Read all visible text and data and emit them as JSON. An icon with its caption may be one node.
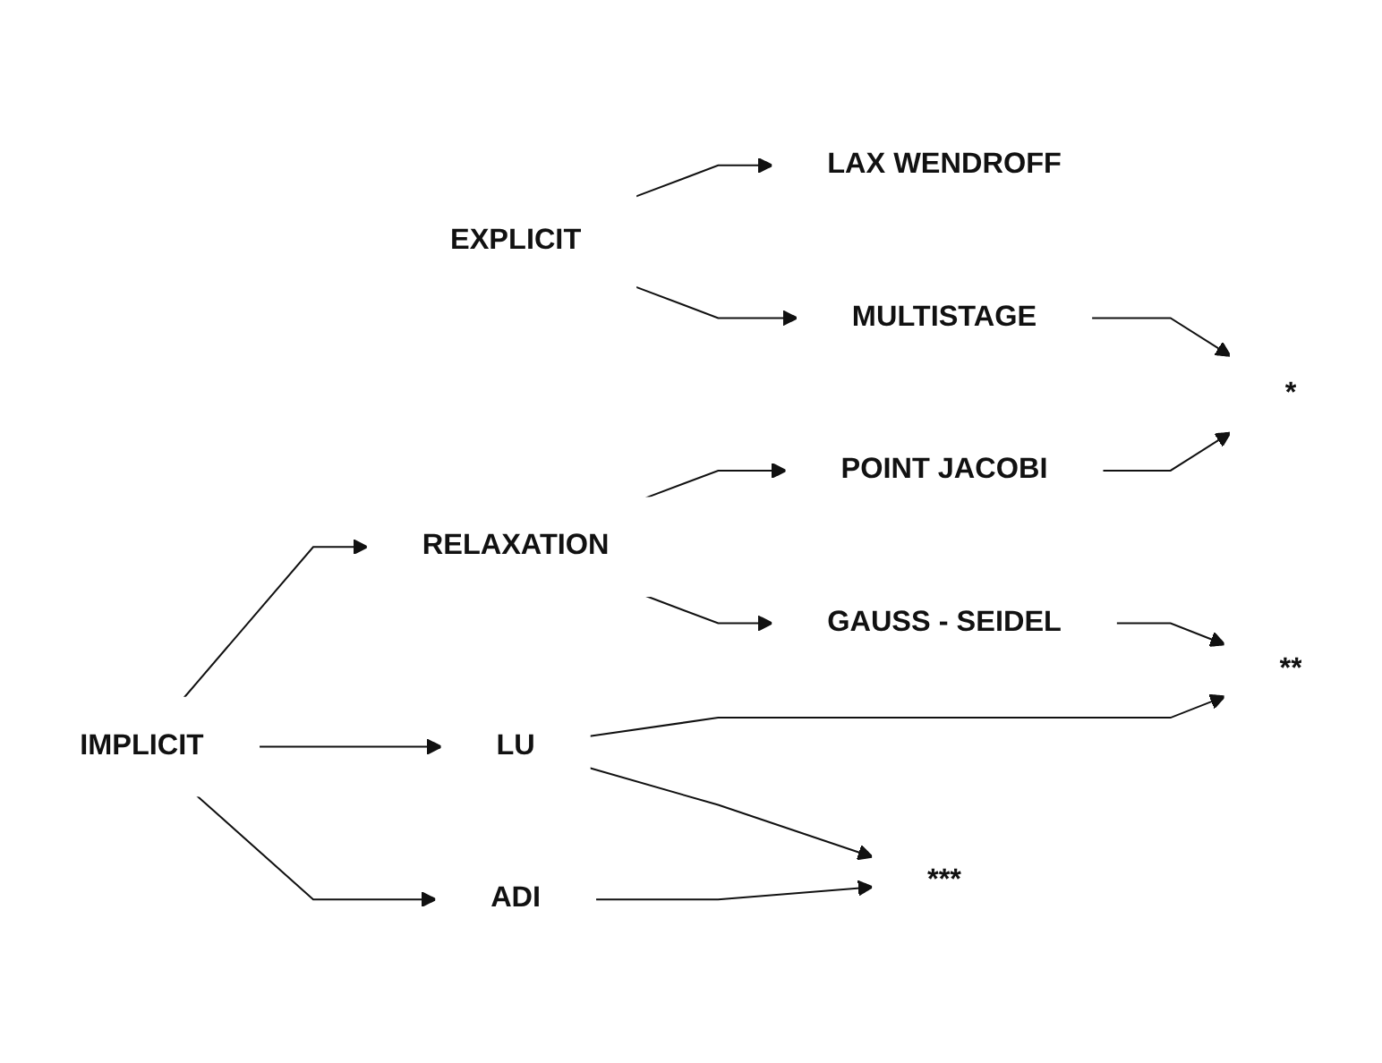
{
  "diagram": {
    "nodes": [
      {
        "text": [
          "EXPLICIT"
        ]
      },
      {
        "text": [
          "LAX WENDROFF"
        ]
      },
      {
        "text": [
          "MULTISTAGE"
        ]
      },
      {
        "text": [
          "*"
        ]
      },
      {
        "text": [
          "POINT JACOBI"
        ]
      },
      {
        "text": [
          "RELAXATION"
        ]
      },
      {
        "text": [
          "GAUSS - SEIDEL"
        ]
      },
      {
        "text": [
          "IMPLICIT"
        ]
      },
      {
        "text": [
          "LU"
        ]
      },
      {
        "text": [
          "**"
        ]
      },
      {
        "text": [
          "ADI"
        ]
      },
      {
        "text": [
          "***"
        ]
      }
    ],
    "edges": [
      {
        "from": 0,
        "to": 1,
        "arrow": "to"
      },
      {
        "from": 0,
        "to": 2,
        "arrow": "to"
      },
      {
        "from": 2,
        "to": 3,
        "arrow": "to"
      },
      {
        "from": 4,
        "to": 3,
        "arrow": "to"
      },
      {
        "from": 7,
        "to": 5,
        "arrow": "to"
      },
      {
        "from": 5,
        "to": 4,
        "arrow": "to"
      },
      {
        "from": 5,
        "to": 6,
        "arrow": "to"
      },
      {
        "from": 6,
        "to": 9,
        "arrow": "to"
      },
      {
        "from": 7,
        "to": 8,
        "arrow": "to"
      },
      {
        "from": 7,
        "to": 10,
        "arrow": "to"
      },
      {
        "from": 8,
        "to": 9,
        "arrow": "to"
      },
      {
        "from": 8,
        "to": 11,
        "arrow": "to"
      },
      {
        "from": 10,
        "to": 11,
        "arrow": "to"
      }
    ]
  }
}
